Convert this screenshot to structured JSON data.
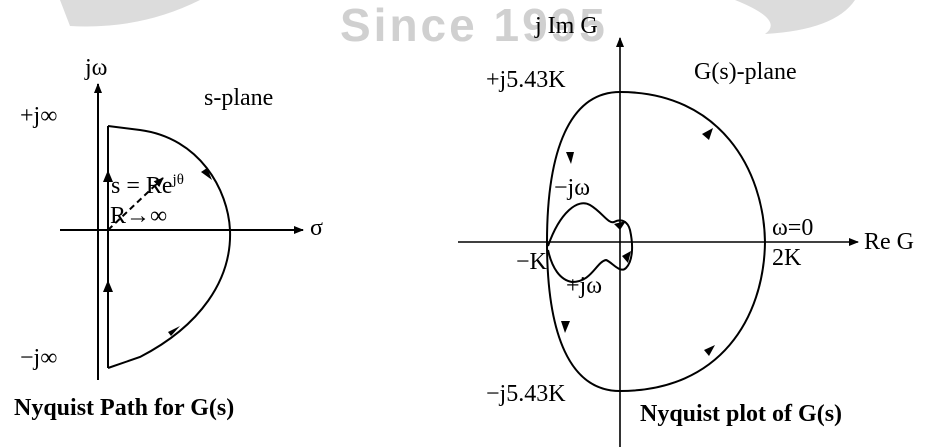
{
  "watermark": {
    "text": "Since 1995",
    "top_cut_text": "top edge of a line of text, cut off"
  },
  "left_diagram": {
    "caption": "Nyquist Path for G(s)",
    "plane_label": "s-plane",
    "imag_axis_label": "jω",
    "real_axis_label": "σ",
    "top_label": "+j∞",
    "bottom_label": "−j∞",
    "radius_label_base": "s = Re",
    "radius_label_sup": "jθ",
    "limit_label": "R→∞"
  },
  "right_diagram": {
    "caption": "Nyquist plot of G(s)",
    "plane_label": "G(s)-plane",
    "imag_axis_label": "j Im G",
    "real_axis_label": "Re G",
    "top_intercept": "+j5.43K",
    "bottom_intercept": "−j5.43K",
    "left_intercept": "−K",
    "right_intercept": "2K",
    "omega_zero": "ω=0",
    "minus_jw": "−jω",
    "plus_jw": "+jω"
  },
  "colors": {
    "ink": "#000000",
    "watermark": "#d0d0d0"
  }
}
